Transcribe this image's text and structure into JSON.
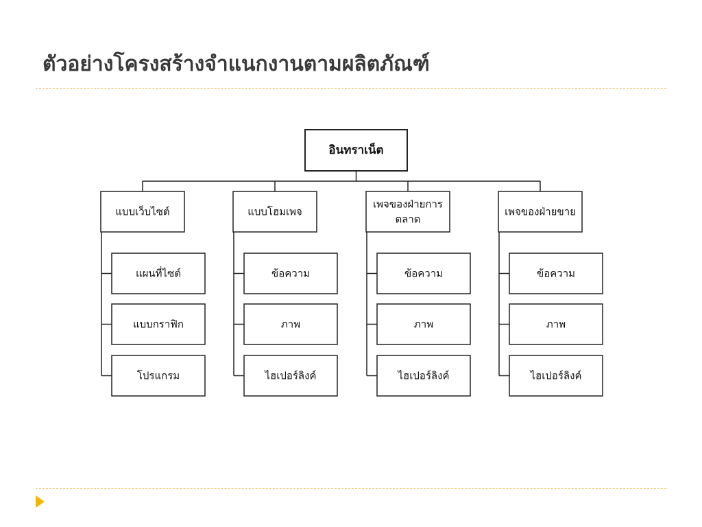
{
  "slide": {
    "title": "ตัวอย่างโครงสร้างจำแนกงานตามผลิตภัณฑ์"
  },
  "org_chart": {
    "root": "อินทราเน็ต",
    "branches": [
      {
        "label": [
          "แบบเว็บไซต์"
        ],
        "children": [
          "แผนที่ไซต์",
          "แบบกราฟิก",
          "โปรแกรม"
        ]
      },
      {
        "label": [
          "แบบโฮมเพจ"
        ],
        "children": [
          "ข้อความ",
          "ภาพ",
          "ไฮเปอร์ลิงค์"
        ]
      },
      {
        "label": [
          "เพจของฝ่ายการ",
          "ตลาด"
        ],
        "children": [
          "ข้อความ",
          "ภาพ",
          "ไฮเปอร์ลิงค์"
        ]
      },
      {
        "label": [
          "เพจของฝ่ายขาย"
        ],
        "children": [
          "ข้อความ",
          "ภาพ",
          "ไฮเปอร์ลิงค์"
        ]
      }
    ]
  },
  "colors": {
    "accent": "#f2b705",
    "rule": "#e6b63c",
    "title": "#3a3a3a",
    "line": "#222222"
  }
}
